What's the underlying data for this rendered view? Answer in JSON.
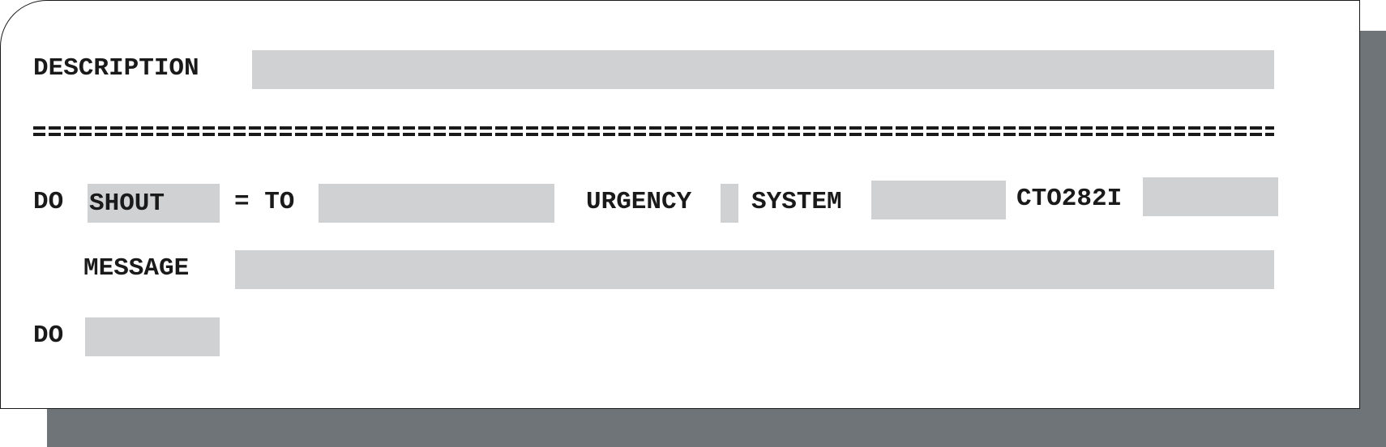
{
  "form": {
    "description_label": "DESCRIPTION",
    "description_value": "",
    "do_label_1": "DO",
    "shout_value": "SHOUT",
    "equals_to_label": "= TO",
    "to_value": "",
    "urgency_label": "URGENCY",
    "urgency_value": "",
    "system_label": "SYSTEM",
    "system_value": "",
    "message_id_label": "CTO282I",
    "message_id_value": "",
    "message_label": "MESSAGE",
    "message_value": "",
    "do_label_2": "DO",
    "do_value": ""
  },
  "colors": {
    "field_background": "#d0d1d3",
    "shadow": "#6f7478",
    "text": "#1a1a1a"
  }
}
